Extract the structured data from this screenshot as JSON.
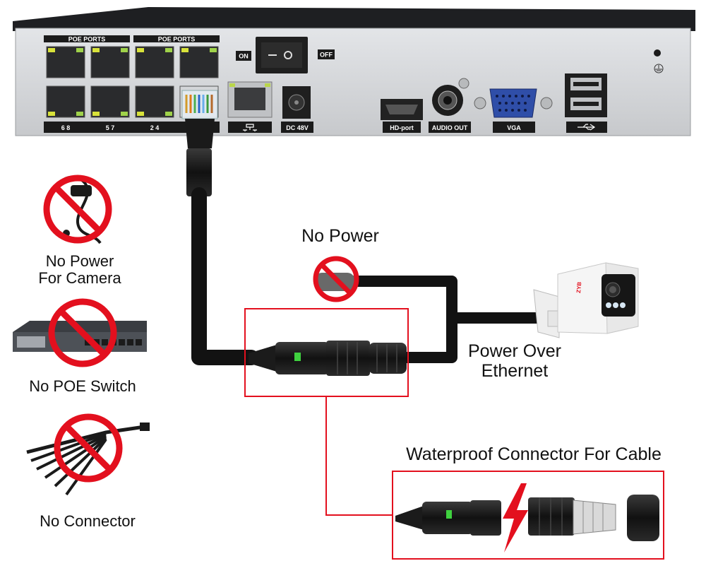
{
  "nvr": {
    "poe_ports_label_1": "POE PORTS",
    "poe_ports_label_2": "POE PORTS",
    "port_numbers_left": "6 8",
    "port_numbers_left_b": "5 7",
    "port_numbers_right": "2 4",
    "switch_on": "ON",
    "switch_off": "OFF",
    "dc_label": "DC 48V",
    "hdmi_label": "HD-port",
    "audio_label": "AUDIO OUT",
    "vga_label": "VGA"
  },
  "labels": {
    "no_power": "No Power",
    "no_power_camera_line1": "No Power",
    "no_power_camera_line2": "For Camera",
    "no_poe_switch": "No POE Switch",
    "no_connector": "No Connector",
    "poe_line1": "Power Over",
    "poe_line2": "Ethernet",
    "waterproof": "Waterproof Connector For Cable",
    "camera_brand": "ZYB"
  },
  "colors": {
    "highlight_red": "#e3101e",
    "cable_black": "#121212",
    "nvr_panel": "#d4d6d9",
    "led_green": "#3fd13f"
  }
}
